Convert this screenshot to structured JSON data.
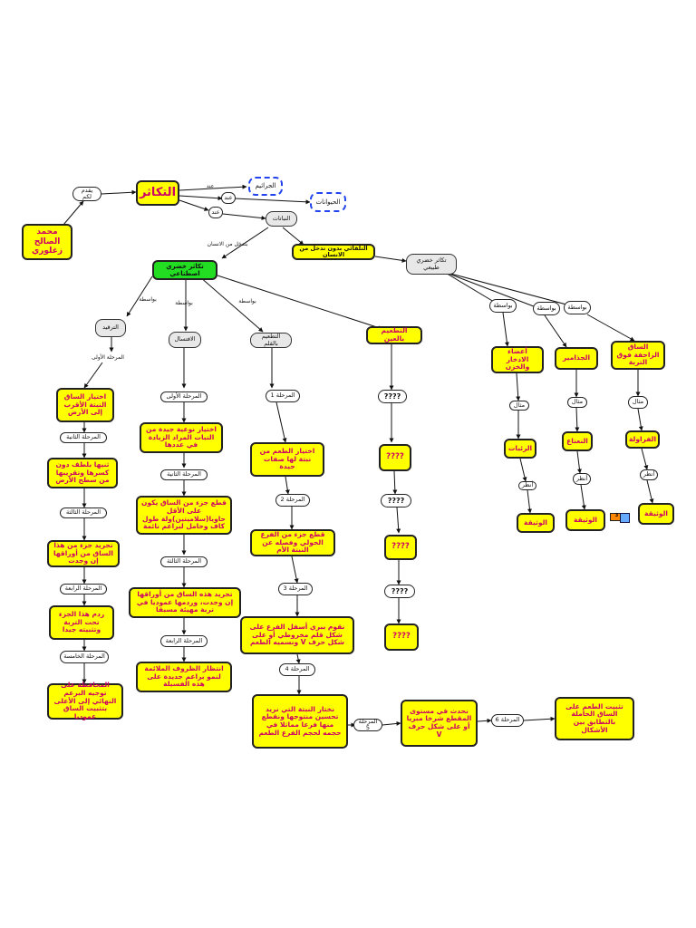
{
  "author": "محمد الصالح\nزغلوري",
  "presented_by": "يقدم لكم",
  "title": "التكاثر",
  "connectors": {
    "at_1": "عند",
    "at_2": "عند",
    "at_3": "عند",
    "with_human": "بتدخل من الانسان",
    "without_human": "التلقائي بدون تدخل من الانسان"
  },
  "groups": {
    "bacteria": "الجراثيم",
    "animals": "الحيوانات",
    "plants": "النباتات"
  },
  "artificial": "تكاثر خضري اصطناعي",
  "natural": "تكاثر خضري طبيعي",
  "via": {
    "v1": "بواسطة",
    "v2": "بواسطة",
    "v3": "بواسطة",
    "v4": "بواسطة",
    "v5": "بواسطة",
    "v6": "بواسطة"
  },
  "methods": {
    "layering": "الترقيد",
    "cutting": "الافتسال",
    "grafting": "التطعيم بالقلم",
    "budding": "التطعيم بالعين"
  },
  "layering_steps": {
    "s1_label": "المرحلة الأولى",
    "s1": "اختيار الساق النبتة الأقرب إلى الأرض",
    "s2_label": "المرحلة الثانية",
    "s2": "ثنيها بلطف دون كسرها وتقريبها من سطح الأرض",
    "s3_label": "المرحلة الثالثة",
    "s3": "تجريد جزء من هذا الساق من أوراقها إن وجدت",
    "s4_label": "المرحلة الرابعة",
    "s4": "ردم هذا الجزء تحت التربة وتثبيته جيدا",
    "s5_label": "المرحلة الخامسة",
    "s5": "المحافظة على توجيه البرعم النهائي إلى الأعلى بتثبيت الساق عموديا"
  },
  "cutting_steps": {
    "s1_label": "المرحلة الأولى",
    "s1": "اختيار نوعية جيدة من النبات المراد الزيادة في عددها",
    "s2_label": "المرحلة الثانية",
    "s2": "قطع جزء من الساق يكون على الأقل حاويا(سلاميتين)ولة طول كاف وحامل لبراعم نائمة",
    "s3_label": "المرحلة الثالثة",
    "s3": "تجريد هذه الساق من أوراقها إن وجدت، وردمها عموديا في تربة مهيئة مسبقا",
    "s4_label": "المرحلة الرابعة",
    "s4": "انتظار الظروف الملائمة لنمو براعم جديدة على هذه الفسيلة"
  },
  "grafting_steps": {
    "s1_label": "المرحلة 1",
    "s1": "اختيار الطعم من نبتة لها صفات جيدة",
    "s2_label": "المرحلة 2",
    "s2": "قطع جزء من الفرع الحولي وفصله عن النبتة الأم",
    "s3_label": "المرحلة 3",
    "s3": "نقوم ببري أسفل الفرع على شكل قلم مخروطي أو على شكل حرف V ونسميه الطعم",
    "s4_label": "المرحلة 4",
    "s4": "نختار النبتة التي نريد تحسين منتوجها ونقطع منها فرعا مماثلا في حجمه لحجم الفرع الطعم",
    "s5_label": "المرحلة 5",
    "s5": "نحدث في مستوى المقطع شرخا مبريا أو على شكل حرف V",
    "s6_label": "المرحلة 6",
    "s6": "تثبيت الطعم على الساق الحاملة بالتطابق بين الأشكال"
  },
  "budding_steps": {
    "q1": "????",
    "q2": "????",
    "q3": "????",
    "q4": "????",
    "q5": "????",
    "q6": "????"
  },
  "natural_branches": {
    "storage": "أعضاء الادخار والخزن",
    "roots": "الجذامير",
    "creeping": "الساق الزاحفة فوق التربة",
    "ex1": "مثال",
    "ex2": "مثال",
    "ex3": "مثال",
    "rhizome": "الرئبات",
    "mint": "النعناع",
    "strawberry": "الفراولة",
    "see1": "أنظر",
    "see2": "أنظر",
    "see3": "أنظر",
    "doc1": "الوثيقة",
    "doc2": "الوثيقة",
    "doc3": "الوثيقة",
    "doc2_badge": "3"
  },
  "colors": {
    "step_fill": "#ffff00",
    "step_text": "#cc0066",
    "artificial_fill": "#22dd22",
    "dashed_border": "#2244ee"
  }
}
